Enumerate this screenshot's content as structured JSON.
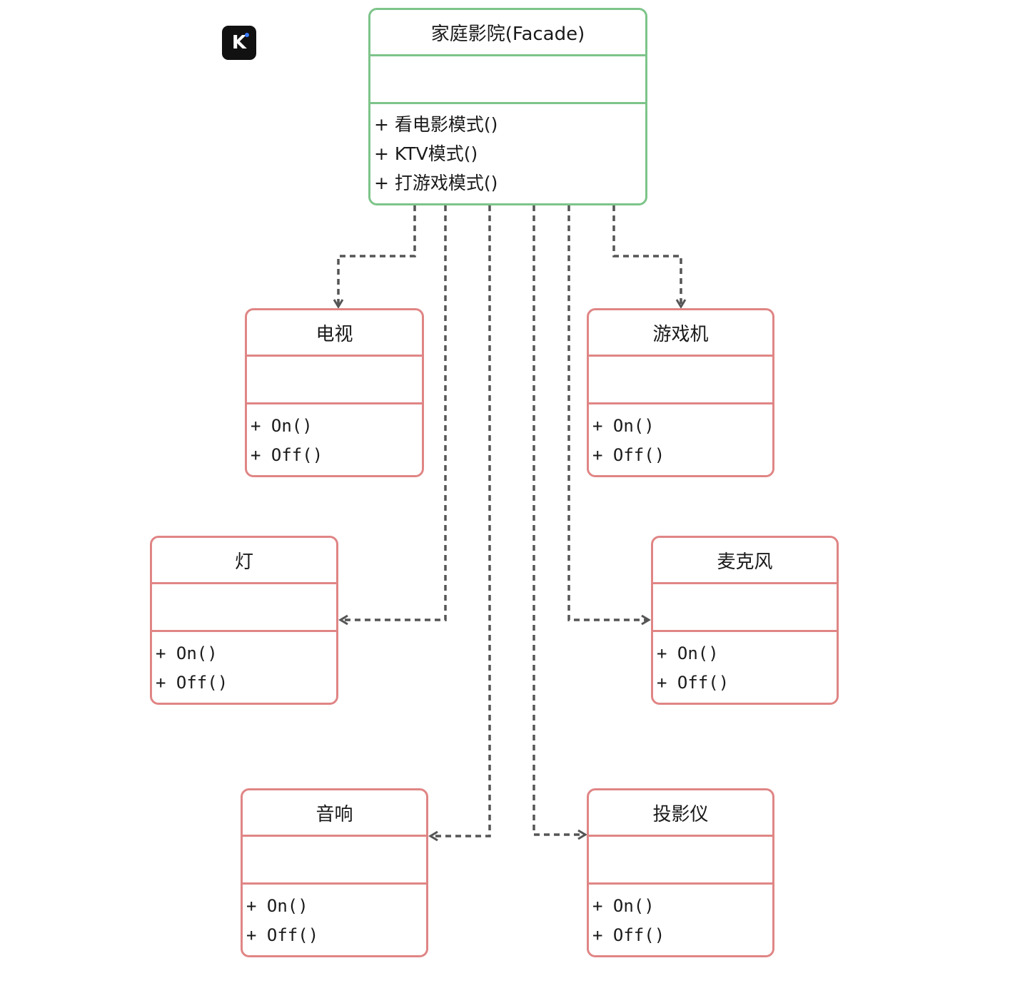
{
  "logo": {
    "letter": "K"
  },
  "facade": {
    "name": "家庭影院(Facade)",
    "operations": [
      "+ 看电影模式()",
      "+ KTV模式()",
      "+ 打游戏模式()"
    ]
  },
  "subsystems": {
    "tv": {
      "name": "电视",
      "operations": [
        "+ On()",
        "+ Off()"
      ]
    },
    "game": {
      "name": "游戏机",
      "operations": [
        "+ On()",
        "+ Off()"
      ]
    },
    "light": {
      "name": "灯",
      "operations": [
        "+ On()",
        "+ Off()"
      ]
    },
    "mic": {
      "name": "麦克风",
      "operations": [
        "+ On()",
        "+ Off()"
      ]
    },
    "sound": {
      "name": "音响",
      "operations": [
        "+ On()",
        "+ Off()"
      ]
    },
    "projector": {
      "name": "投影仪",
      "operations": [
        "+ On()",
        "+ Off()"
      ]
    }
  },
  "colors": {
    "facade_border": "#7dc48a",
    "subsystem_border": "#e08585",
    "dependency_line": "#555555"
  }
}
